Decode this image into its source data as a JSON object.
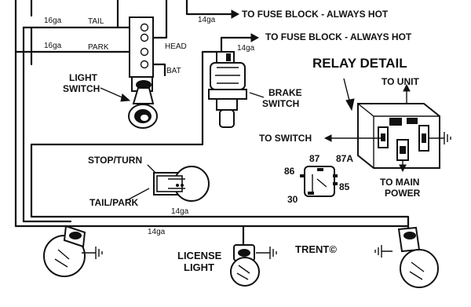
{
  "labels": {
    "tail": "TAIL",
    "park": "PARK",
    "head": "HEAD",
    "bat": "BAT",
    "gauge_16ga_top": "16ga",
    "gauge_16ga_mid": "16ga",
    "gauge_14ga_head": "14ga",
    "gauge_14ga_brake": "14ga",
    "gauge_14ga_stop": "14ga",
    "gauge_14ga_bottom": "14ga",
    "fuse_block_1": "TO FUSE BLOCK - ALWAYS HOT",
    "fuse_block_2": "TO FUSE BLOCK - ALWAYS HOT",
    "light_switch_line1": "LIGHT",
    "light_switch_line2": "SWITCH",
    "brake_switch_line1": "BRAKE",
    "brake_switch_line2": "SWITCH",
    "relay_detail": "RELAY DETAIL",
    "to_unit": "TO UNIT",
    "to_switch": "TO SWITCH",
    "to_main_line1": "TO MAIN",
    "to_main_line2": "POWER",
    "pin_87": "87",
    "pin_87a": "87A",
    "pin_86": "86",
    "pin_85": "85",
    "pin_30": "30",
    "stop_turn": "STOP/TURN",
    "tail_park": "TAIL/PARK",
    "license_line1": "LICENSE",
    "license_line2": "LIGHT",
    "author": "TRENT©"
  },
  "icons": [
    "light-switch-icon",
    "brake-switch-icon",
    "relay-icon",
    "dual-filament-bulb-icon",
    "bulb-socket-icon",
    "ground-icon",
    "arrow-icon"
  ]
}
